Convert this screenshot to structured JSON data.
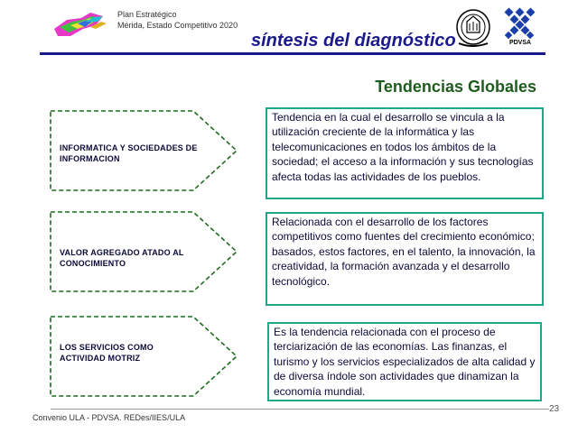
{
  "header": {
    "plan_line1": "Plan Estratégico",
    "plan_line2": "Mérida, Estado Competitivo 2020",
    "slide_title": "síntesis del diagnóstico",
    "pdvsa_label": "PDVSA",
    "logo_left_icon": "merida-map-logo",
    "seal_icon": "university-seal-icon",
    "pdvsa_icon": "pdvsa-logo-icon"
  },
  "section_heading": "Tendencias Globales",
  "trends": [
    {
      "label_line1": "INFORMATICA Y SOCIEDADES DE",
      "label_line2": "INFORMACION",
      "description": "Tendencia en la cual el desarrollo se vincula a la utilización creciente de la informática y las telecomunicaciones en todos los ámbitos de la sociedad; el acceso a la información y sus tecnologías afecta todas las actividades de los pueblos."
    },
    {
      "label_line1": "VALOR AGREGADO ATADO AL",
      "label_line2": "CONOCIMIENTO",
      "description": "Relacionada con el desarrollo de los factores competitivos como fuentes del crecimiento económico; basados, estos factores, en el talento, la innovación, la creatividad, la formación avanzada y el desarrollo tecnológico."
    },
    {
      "label_line1": "LOS SERVICIOS COMO",
      "label_line2": "ACTIVIDAD MOTRIZ",
      "description": "Es la tendencia relacionada con el proceso de terciarización de las economías. Las finanzas, el turismo y los servicios especializados de alta calidad y de diversa índole son actividades que dinamizan la economía mundial."
    }
  ],
  "footer": {
    "credit": "Convenio ULA - PDVSA.  REDes/IIES/ULA",
    "page_number": "23"
  },
  "colors": {
    "title_blue": "#1a1a8c",
    "heading_green": "#1e5c1e",
    "arrow_green": "#1f6b1f",
    "box_teal": "#1fa88a"
  }
}
